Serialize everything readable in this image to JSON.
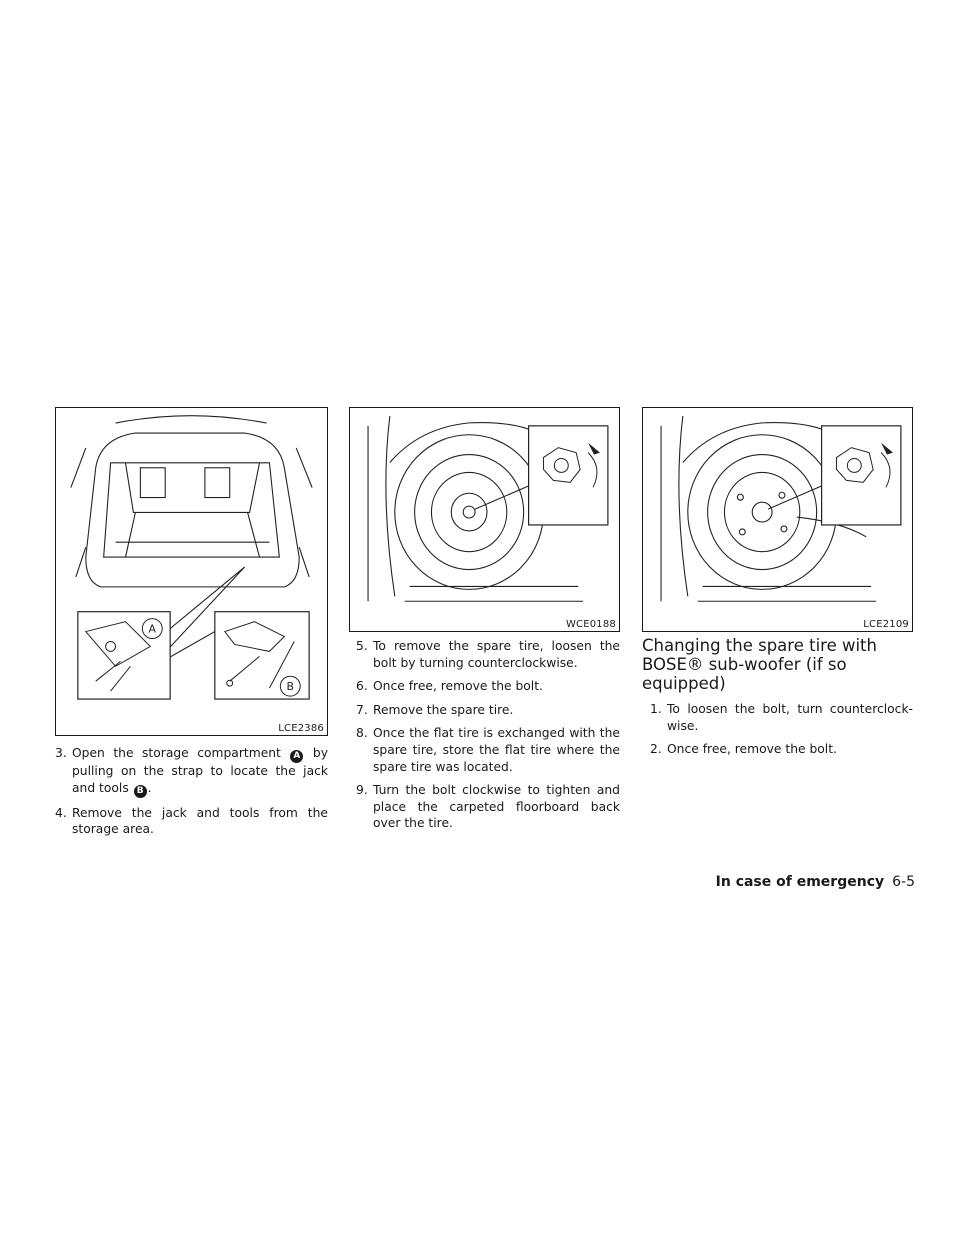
{
  "figures": {
    "trunk": {
      "code": "LCE2386",
      "callout_a": "A",
      "callout_b": "B"
    },
    "spare_tire": {
      "code": "WCE0188"
    },
    "spare_tire_bose": {
      "code": "LCE2109"
    }
  },
  "col1": {
    "step3": {
      "num": "3.",
      "text_a": "Open the storage compartment",
      "badge_a": "A",
      "text_b": "by pulling on the strap to locate the jack and tools",
      "badge_b": "B",
      "text_c": "."
    },
    "step4": {
      "num": "4.",
      "text": "Remove the jack and tools from the storage area."
    }
  },
  "col2": {
    "steps": [
      {
        "num": "5.",
        "text": "To remove the spare tire, loosen the bolt by turning counterclockwise."
      },
      {
        "num": "6.",
        "text": "Once free, remove the bolt."
      },
      {
        "num": "7.",
        "text": "Remove the spare tire."
      },
      {
        "num": "8.",
        "text": "Once the flat tire is exchanged with the spare tire, store the flat tire where the spare tire was located."
      },
      {
        "num": "9.",
        "text": "Turn the bolt clockwise to tighten and place the carpeted floorboard back over the tire."
      }
    ]
  },
  "col3": {
    "heading": "Changing the spare tire with BOSE® sub-woofer (if so equipped)",
    "steps": [
      {
        "num": "1.",
        "text": "To loosen the bolt, turn counterclock-wise."
      },
      {
        "num": "2.",
        "text": "Once free, remove the bolt."
      }
    ]
  },
  "footer": {
    "chapter": "In case of emergency",
    "page": "6-5"
  }
}
